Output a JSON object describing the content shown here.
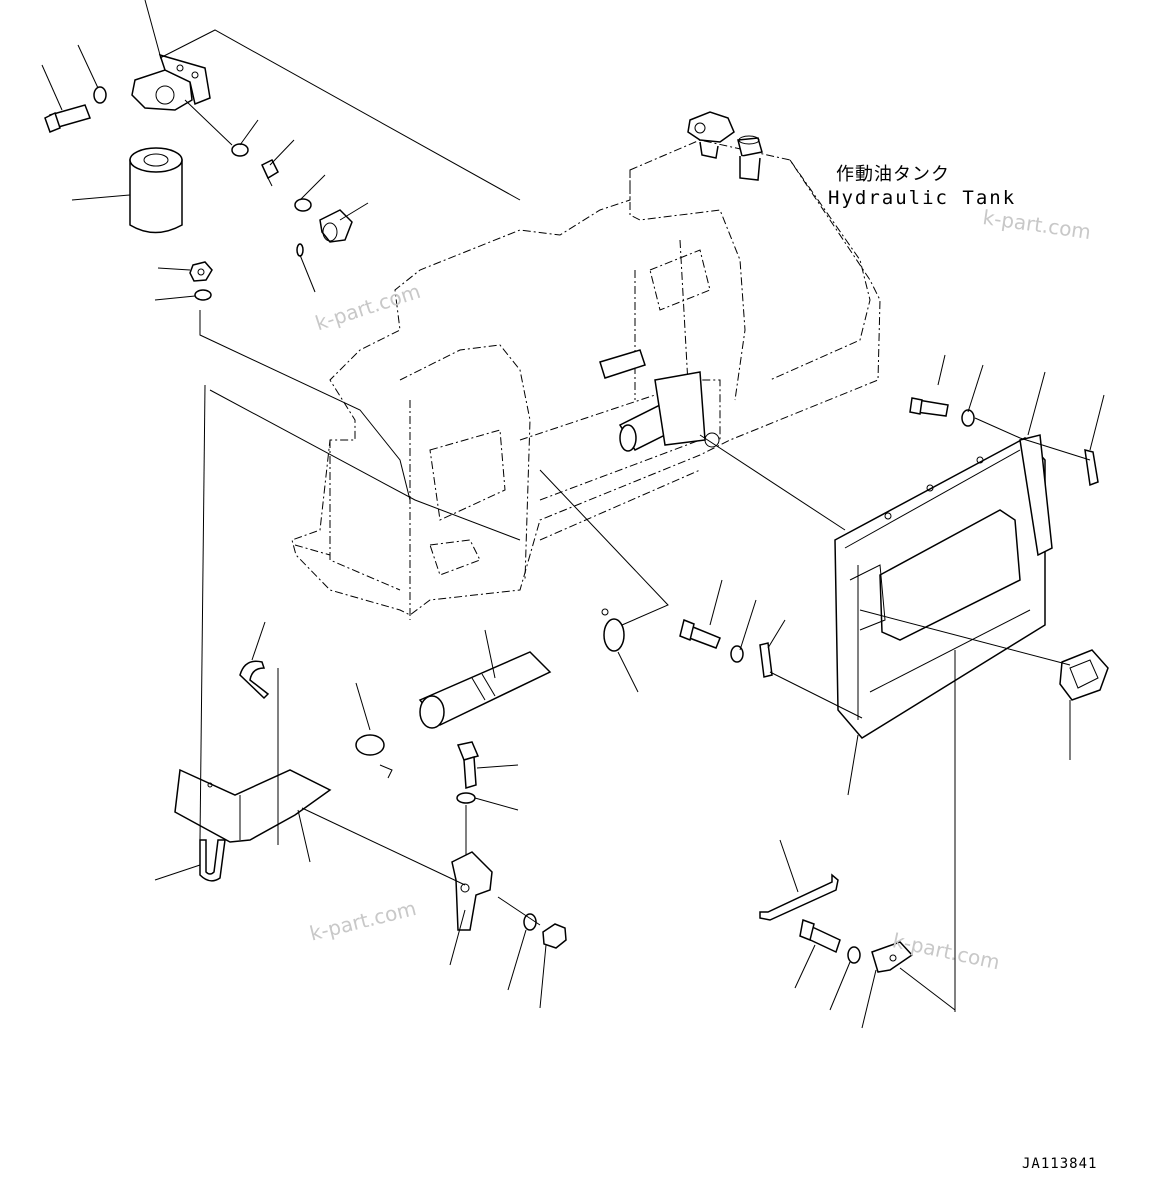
{
  "diagram": {
    "label_jp": "作動油タンク",
    "label_en": "Hydraulic Tank",
    "code": "JA113841",
    "watermarks": [
      "k-part.com",
      "k-part.com",
      "k-part.com",
      "k-part.com"
    ]
  }
}
